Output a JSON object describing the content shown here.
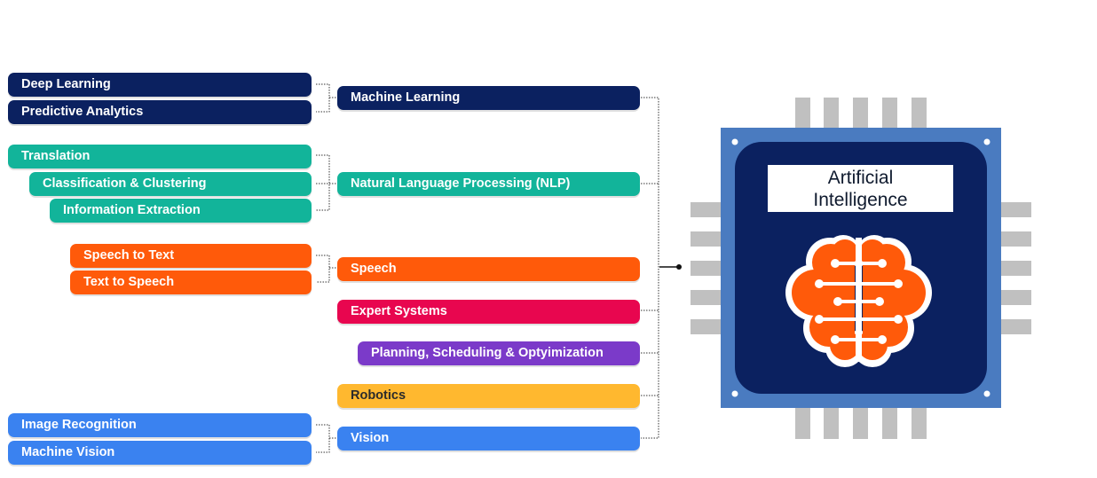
{
  "left_items": {
    "deep_learning": "Deep Learning",
    "predictive_analytics": "Predictive Analytics",
    "translation": "Translation",
    "classification_clustering": "Classification & Clustering",
    "information_extraction": "Information Extraction",
    "speech_to_text": "Speech to Text",
    "text_to_speech": "Text to Speech",
    "image_recognition": "Image Recognition",
    "machine_vision": "Machine Vision"
  },
  "categories": {
    "machine_learning": "Machine Learning",
    "nlp": "Natural Language Processing (NLP)",
    "speech": "Speech",
    "expert_systems": "Expert Systems",
    "planning": "Planning, Scheduling & Optyimization",
    "robotics": "Robotics",
    "vision": "Vision"
  },
  "chip": {
    "title_line1": "Artificial",
    "title_line2": "Intelligence",
    "icon": "brain-icon"
  },
  "colors": {
    "navy": "#0b2160",
    "teal": "#12b49a",
    "orange": "#ff5a0a",
    "pink": "#e8064f",
    "purple": "#7b3ac9",
    "yellow": "#ffb82f",
    "blue": "#3a82f0",
    "chip_border": "#4a7bc0",
    "chip_core": "#0b2160",
    "pins": "#c0c0c0"
  }
}
